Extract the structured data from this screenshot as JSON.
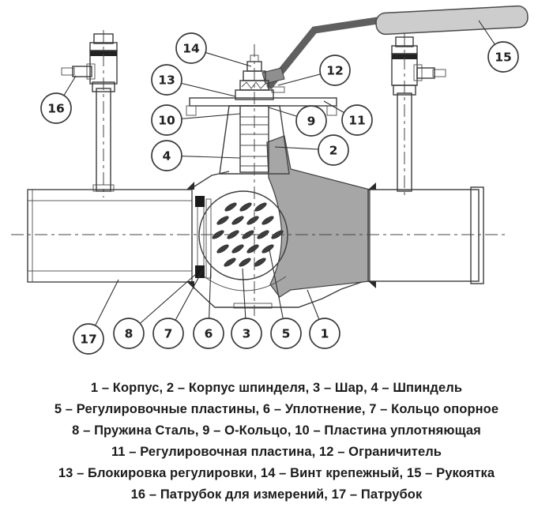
{
  "diagram": {
    "type": "ball-valve-cross-section"
  },
  "callouts": [
    {
      "label": "1"
    },
    {
      "label": "2"
    },
    {
      "label": "3"
    },
    {
      "label": "4"
    },
    {
      "label": "5"
    },
    {
      "label": "6"
    },
    {
      "label": "7"
    },
    {
      "label": "8"
    },
    {
      "label": "9"
    },
    {
      "label": "10"
    },
    {
      "label": "11"
    },
    {
      "label": "12"
    },
    {
      "label": "13"
    },
    {
      "label": "14"
    },
    {
      "label": "15"
    },
    {
      "label": "16"
    },
    {
      "label": "17"
    }
  ],
  "legend": {
    "lines": [
      "1 – Корпус, 2 – Корпус шпинделя, 3 – Шар, 4 – Шпиндель",
      "5 – Регулировочные пластины, 6 – Уплотнение, 7 – Кольцо опорное",
      "8 – Пружина  Сталь, 9 – О-Кольцо, 10 – Пластина уплотняющая",
      "11 – Регулировочная пластина, 12 – Ограничитель",
      "13 – Блокировка регулировки, 14 – Винт крепежный, 15 – Рукоятка",
      "16 – Патрубок для измерений, 17 – Патрубок"
    ]
  },
  "colors": {
    "red_band": "#c4281f",
    "blue_band": "#1e4fc4",
    "body_gray": "#a6a6a6",
    "pipe_gray": "#9c9c9c",
    "cap_gray": "#838383",
    "outline": "#3b3b3b"
  }
}
